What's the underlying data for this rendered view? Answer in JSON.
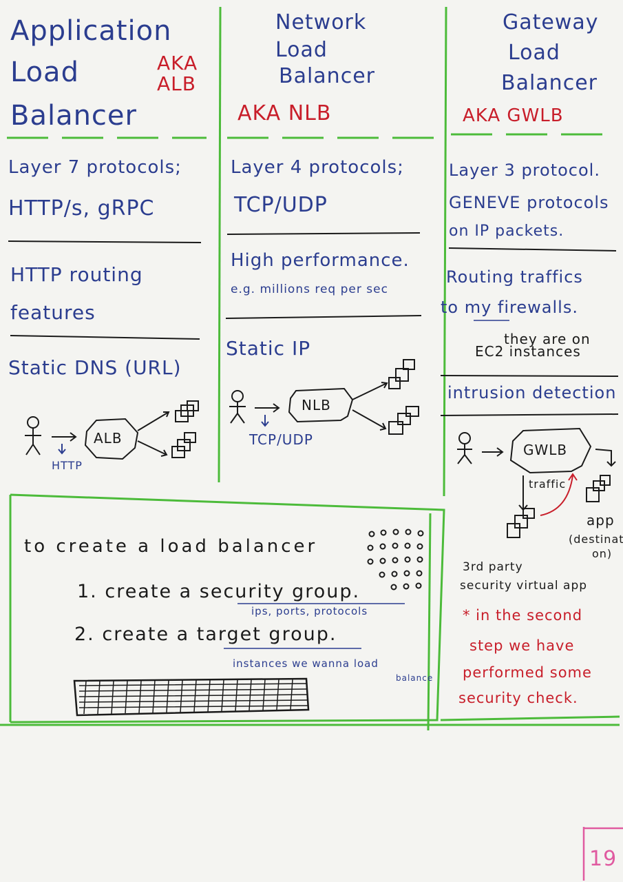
{
  "columns": {
    "alb": {
      "title": [
        "Application",
        "Load",
        "Balancer"
      ],
      "aka": [
        "AKA",
        "ALB"
      ],
      "protocols": [
        "Layer 7 protocols;",
        "HTTP/s, gRPC"
      ],
      "feature": [
        "HTTP routing",
        "features"
      ],
      "static": "Static DNS (URL)",
      "diagram": {
        "node": "ALB",
        "edge": "HTTP"
      }
    },
    "nlb": {
      "title": [
        "Network",
        "Load",
        "Balancer"
      ],
      "aka": "AKA NLB",
      "protocols": [
        "Layer 4 protocols;",
        "TCP/UDP"
      ],
      "feature": [
        "High performance.",
        "e.g. millions req per sec"
      ],
      "static": "Static IP",
      "diagram": {
        "node": "NLB",
        "edge": "TCP/UDP"
      }
    },
    "gwlb": {
      "title": [
        "Gateway",
        "Load",
        "Balancer"
      ],
      "aka": "AKA GWLB",
      "protocols": [
        "Layer 3 protocol.",
        "GENEVE protocols",
        "on IP packets."
      ],
      "feature": [
        "Routing traffics",
        "to my firewalls."
      ],
      "ec2": [
        "they are on",
        "EC2 instances"
      ],
      "intrusion": "intrusion detection",
      "diagram": {
        "node": "GWLB",
        "traffic": "traffic",
        "app": [
          "app",
          "(destinati",
          "on)"
        ],
        "third_party": [
          "3rd party",
          "security virtual app"
        ]
      },
      "note": [
        "* in the second",
        "step we have",
        "performed some",
        "security check."
      ]
    }
  },
  "steps": {
    "heading": "to create a load balancer",
    "items": [
      {
        "label": "1. create a security group.",
        "note": "ips, ports, protocols"
      },
      {
        "label": "2. create a target group.",
        "note": [
          "instances we wanna load",
          "balance"
        ]
      }
    ]
  },
  "page_number": "19",
  "colors": {
    "ink_blue": "#2b3d8f",
    "ink_red": "#c81e2a",
    "ink_black": "#1a1a1a",
    "marker_green": "#4cbb3a",
    "marker_pink": "#e05aa0",
    "paper": "#f4f4f1"
  }
}
